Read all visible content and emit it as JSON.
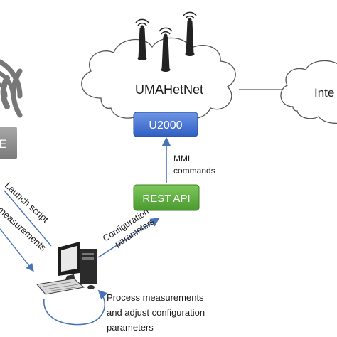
{
  "nodes": {
    "cloud_main_label": "UMAHetNet",
    "cloud_right_label": "Inte",
    "ue_label": "E",
    "u2000_label": "U2000",
    "rest_api_label": "REST API",
    "computer_icon": "desktop-computer-icon",
    "antenna_icon": "cell-antenna-icon",
    "wireless_icon": "wireless-signal-icon"
  },
  "edges": {
    "mml_line1": "MML",
    "mml_line2": "commands",
    "launch_script": "Launch script",
    "measurements": "measurements",
    "config_line1": "Configuration",
    "config_line2": "parameters",
    "process_line1": "Process measurements",
    "process_line2": "and adjust configuration",
    "process_line3": "parameters"
  },
  "colors": {
    "u2000_fill": "#3f6fd1",
    "rest_fill": "#5aa83c",
    "ue_fill": "#8c8c8c",
    "arrow": "#4a74b8",
    "cloud_stroke": "#555555"
  }
}
